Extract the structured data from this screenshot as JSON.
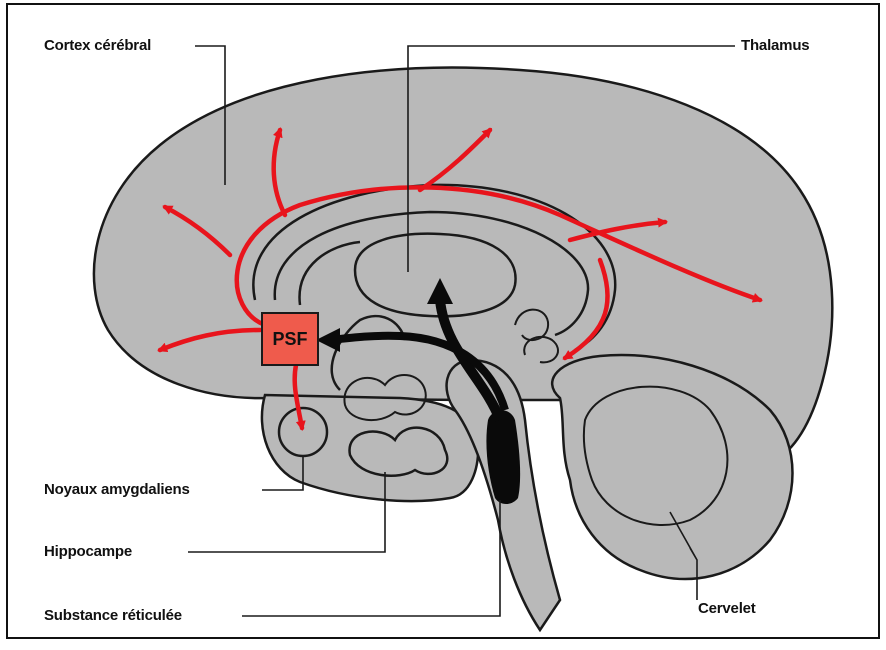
{
  "labels": {
    "cortex": "Cortex cérébral",
    "thalamus": "Thalamus",
    "psf": "PSF",
    "amygdala": "Noyaux amygdaliens",
    "hippocampus": "Hippocampe",
    "reticular": "Substance réticulée",
    "cerebellum": "Cervelet"
  },
  "colors": {
    "brain_fill": "#b9b9b9",
    "outline": "#1a1a1a",
    "pathway_red": "#e8141c",
    "psf_fill": "#ef5b4c",
    "reticular_black": "#0a0a0a"
  }
}
